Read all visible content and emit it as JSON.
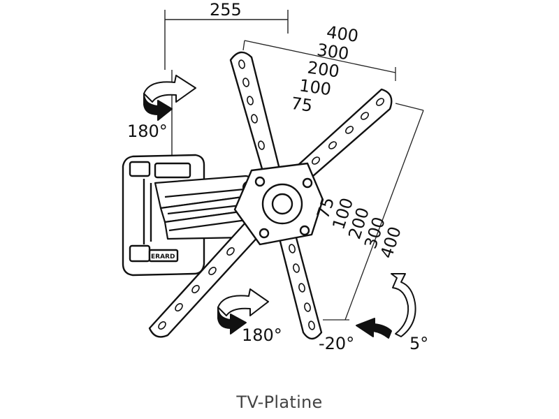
{
  "width_dimension": "255",
  "vesa_horizontal": [
    "400",
    "300",
    "200",
    "100",
    "75"
  ],
  "vesa_vertical": [
    "75",
    "100",
    "200",
    "300",
    "400"
  ],
  "rotation_top": "180°",
  "rotation_bottom": "180°",
  "tilt_down": "-20°",
  "tilt_up": "5°",
  "brand_label": "ERARD",
  "caption": "TV-Platine",
  "colors": {
    "ink": "#111111",
    "caption": "#444444"
  }
}
